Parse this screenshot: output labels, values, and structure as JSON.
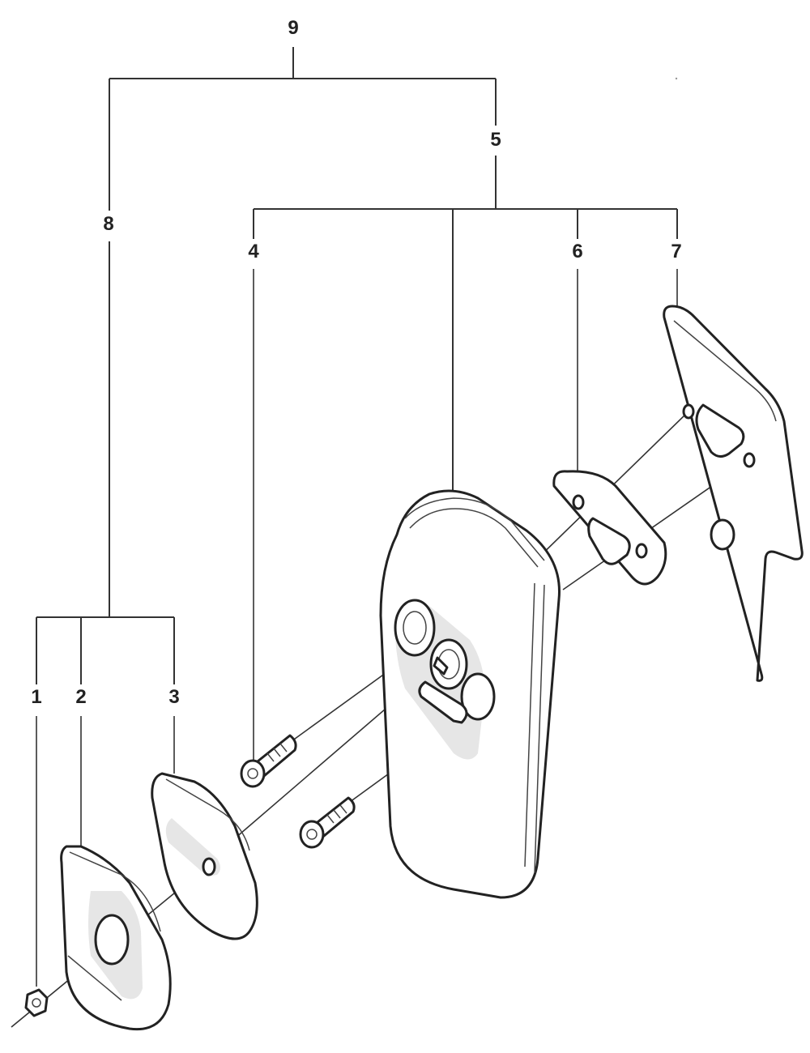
{
  "callouts": {
    "c1": "1",
    "c2": "2",
    "c3": "3",
    "c4": "4",
    "c5": "5",
    "c6": "6",
    "c7": "7",
    "c8": "8",
    "c9": "9"
  },
  "colors": {
    "line": "#222222",
    "fill": "#ffffff",
    "shade": "#e6e6e6"
  }
}
